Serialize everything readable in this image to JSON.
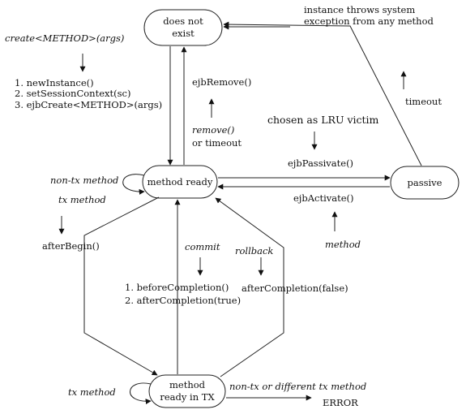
{
  "states": {
    "does_not_exist": [
      "does not",
      "exist"
    ],
    "method_ready": "method ready",
    "passive": "passive",
    "method_ready_in_tx": [
      "method",
      "ready in TX"
    ]
  },
  "labels": {
    "instance_throws": [
      "instance throws system",
      "exception from any method"
    ],
    "create_method": "create<METHOD>(args)",
    "create_steps": [
      "1. newInstance()",
      "2. setSessionContext(sc)",
      "3. ejbCreate<METHOD>(args)"
    ],
    "ejb_remove": "ejbRemove()",
    "remove_or_timeout": [
      "remove()",
      "or timeout"
    ],
    "timeout": "timeout",
    "lru_victim": "chosen as LRU victim",
    "ejb_passivate": "ejbPassivate()",
    "ejb_activate": "ejbActivate()",
    "method": "method",
    "non_tx_method": "non-tx method",
    "tx_method_top": "tx method",
    "after_begin": "afterBegin()",
    "commit": "commit",
    "rollback": "rollback",
    "commit_steps": [
      "1. beforeCompletion()",
      "2. afterCompletion(true)"
    ],
    "after_completion_false": "afterCompletion(false)",
    "tx_method_bottom": "tx method",
    "non_tx_or_different": "non-tx or different tx method",
    "error": "ERROR"
  }
}
